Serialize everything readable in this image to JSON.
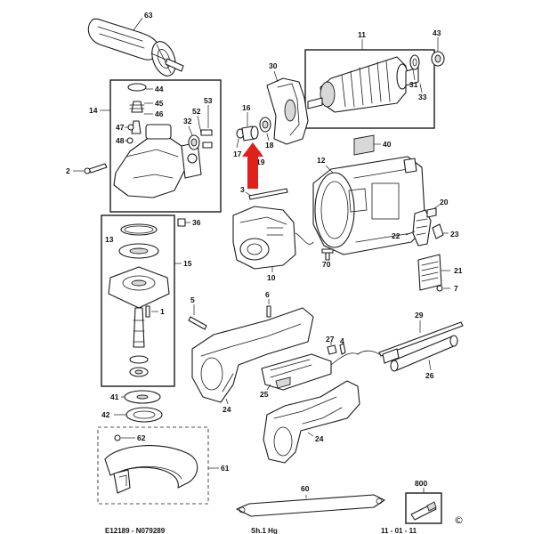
{
  "labels": {
    "p63": "63",
    "p11": "11",
    "p43": "43",
    "p30": "30",
    "p31": "31",
    "p33": "33",
    "p44": "44",
    "p45": "45",
    "p46": "46",
    "p14": "14",
    "p53": "53",
    "p52": "52",
    "p32": "32",
    "p47": "47",
    "p48": "48",
    "p16": "16",
    "p18": "18",
    "p17": "17",
    "p19": "19",
    "p40": "40",
    "p2": "2",
    "p12": "12",
    "p3": "3",
    "p20": "20",
    "p36": "36",
    "p13": "13",
    "p22": "22",
    "p23": "23",
    "p15": "15",
    "p70": "70",
    "p10": "10",
    "p21": "21",
    "p7": "7",
    "p1": "1",
    "p5": "5",
    "p6": "6",
    "p29": "29",
    "p27": "27",
    "p4": "4",
    "p41": "41",
    "p25": "25",
    "p26": "26",
    "p42": "42",
    "p24a": "24",
    "p24b": "24",
    "p62": "62",
    "p61": "61",
    "p800": "800",
    "p60": "60"
  },
  "footer": {
    "left": "E12189 - N079289",
    "center": "Sh.1 Hg",
    "right": "11 - 01 - 11"
  },
  "copyright_symbol": "©",
  "highlight_arrow_color": "#e0201b"
}
